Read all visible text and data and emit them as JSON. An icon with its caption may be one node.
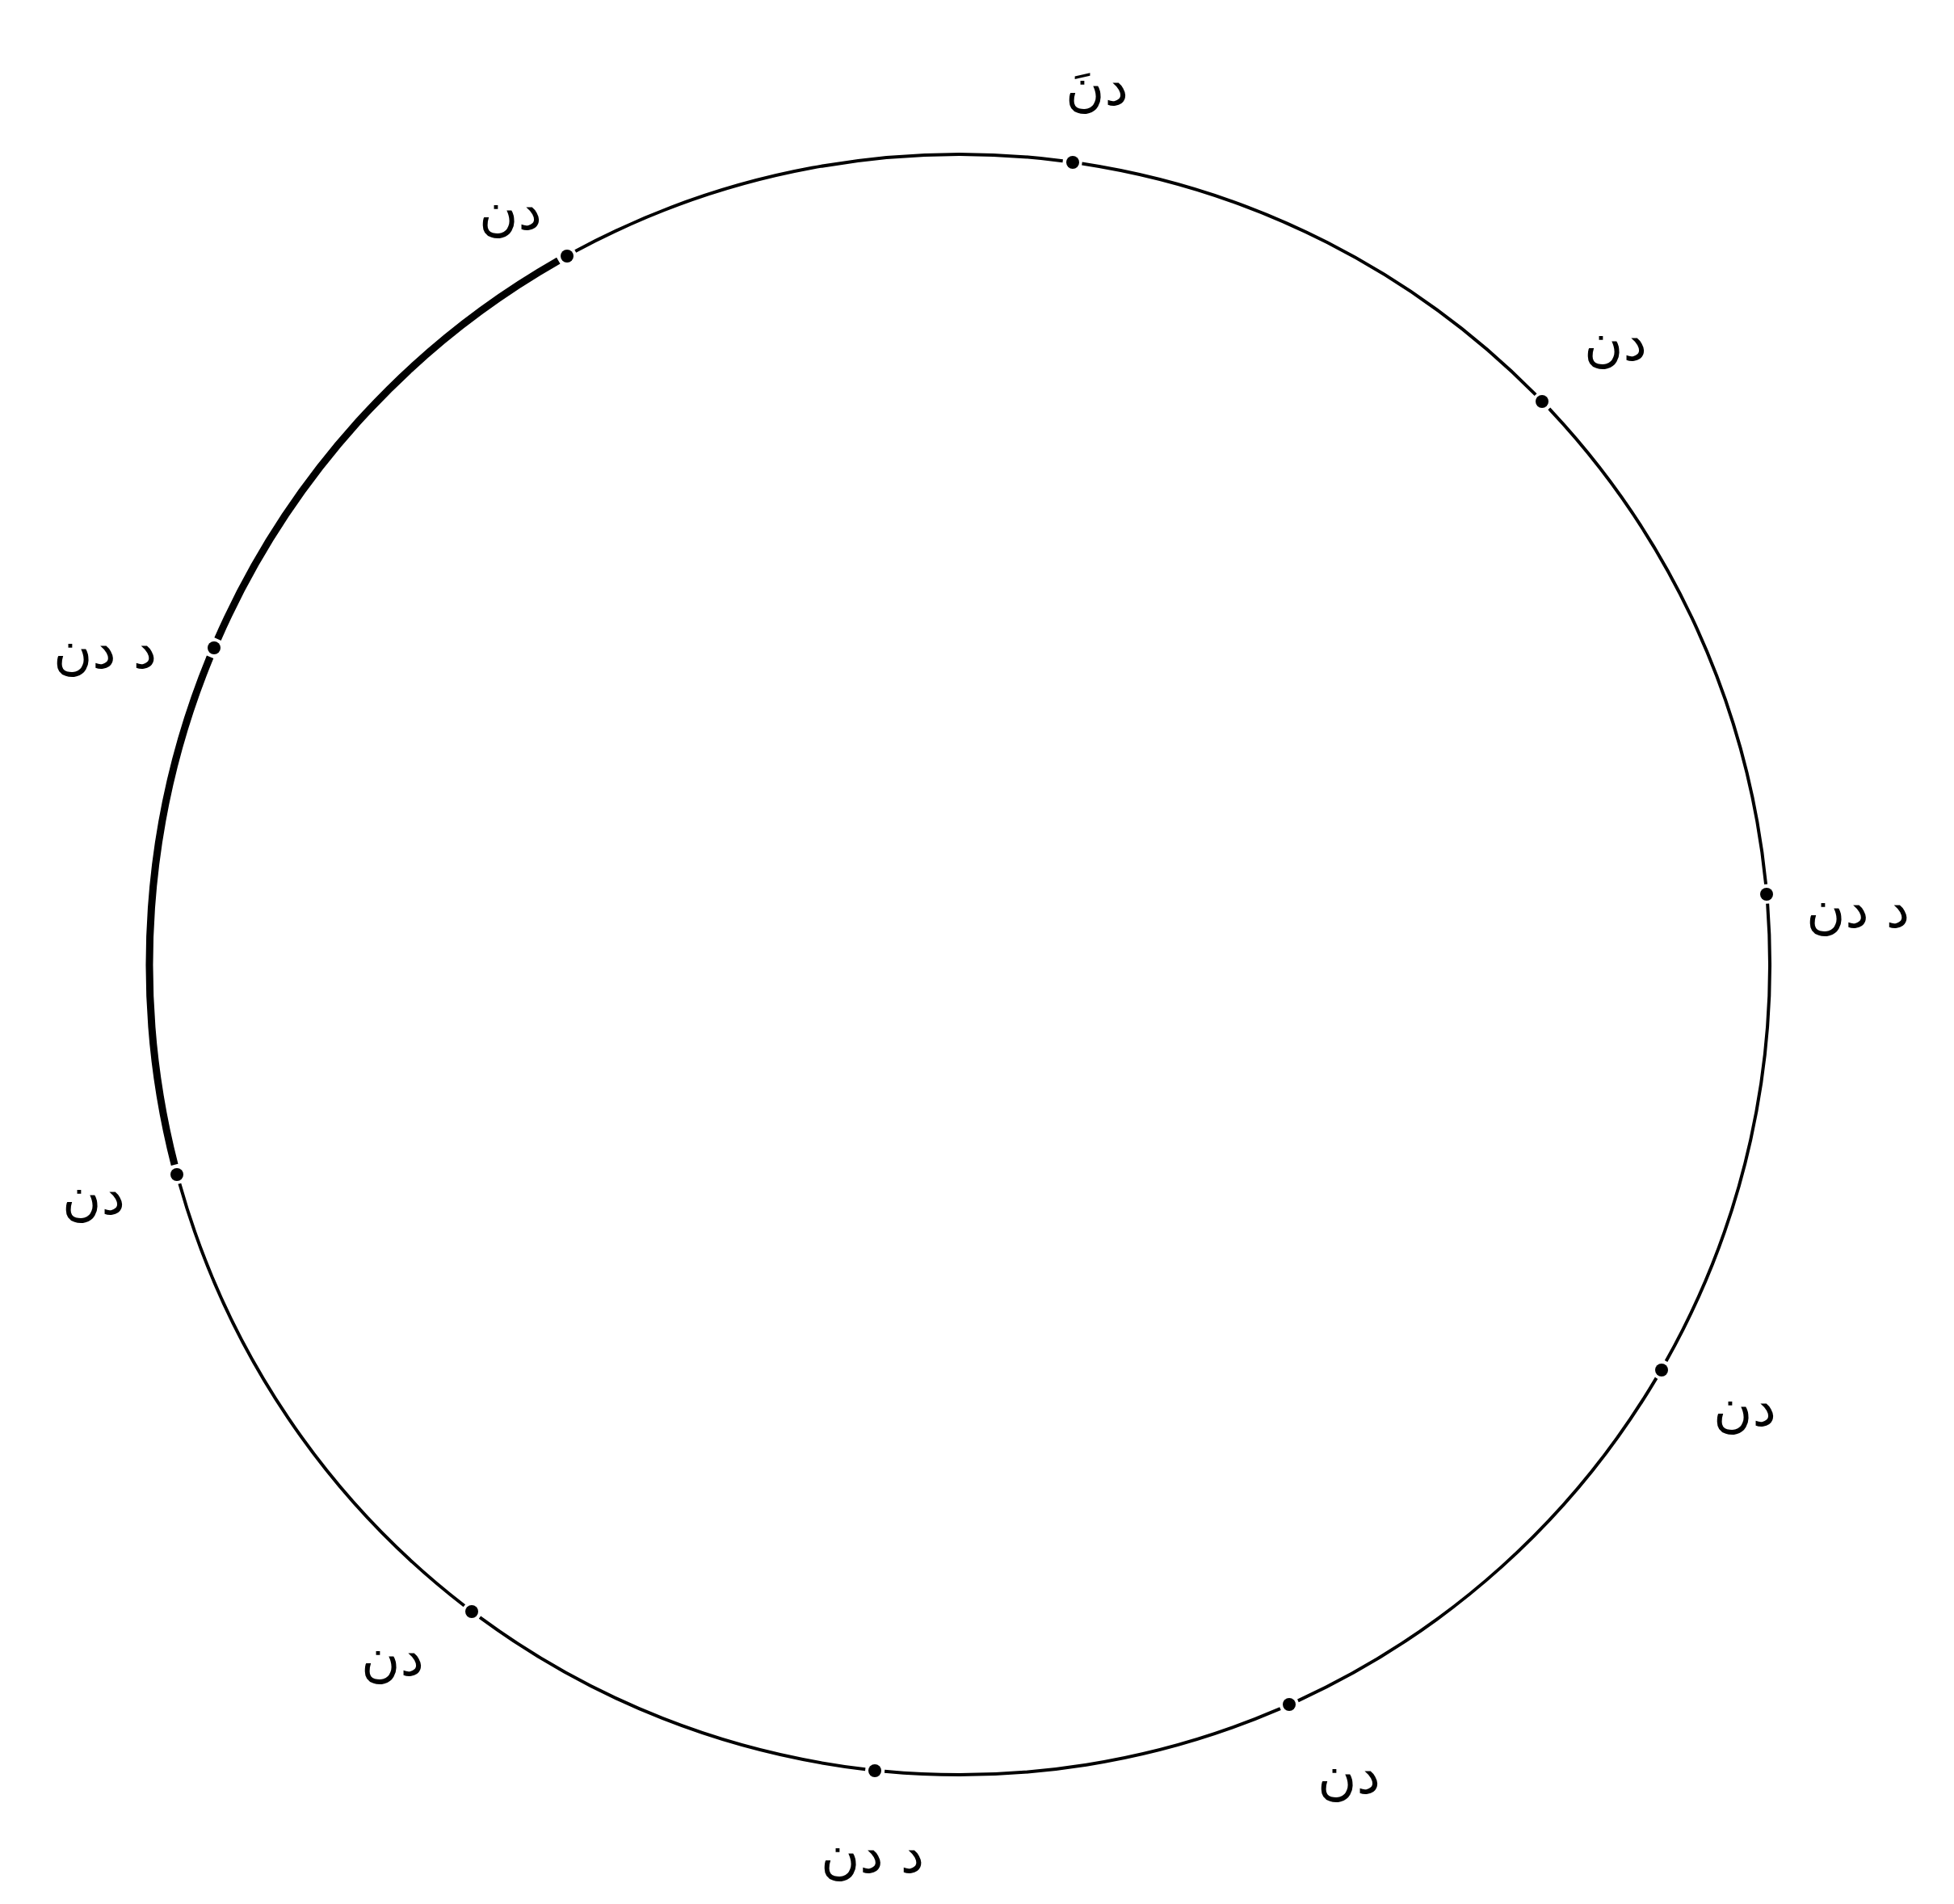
{
  "diagram": {
    "nodes": [
      {
        "text": [],
        "shape": "circle",
        "beside": [
          "دنَ"
        ]
      },
      {
        "text": [],
        "shape": "circle",
        "beside": [
          "دن"
        ]
      },
      {
        "text": [],
        "shape": "circle",
        "beside": [
          "د دن"
        ]
      },
      {
        "text": [],
        "shape": "circle",
        "beside": [
          "دن"
        ]
      },
      {
        "text": [],
        "shape": "circle",
        "beside": [
          "دن"
        ]
      },
      {
        "text": [],
        "shape": "circle",
        "beside": [
          "د دن"
        ]
      },
      {
        "text": [],
        "shape": "circle",
        "beside": [
          "دن"
        ]
      },
      {
        "text": [],
        "shape": "circle",
        "beside": [
          "دن"
        ]
      },
      {
        "text": [],
        "shape": "circle",
        "beside": [
          "د دن"
        ]
      },
      {
        "text": [],
        "shape": "circle",
        "beside": [
          "دن"
        ]
      }
    ],
    "edges": [
      {
        "from": 0,
        "to": 1,
        "arrow": "none"
      },
      {
        "from": 1,
        "to": 2,
        "arrow": "none"
      },
      {
        "from": 2,
        "to": 3,
        "arrow": "none"
      },
      {
        "from": 3,
        "to": 4,
        "arrow": "none"
      },
      {
        "from": 4,
        "to": 5,
        "arrow": "none"
      },
      {
        "from": 5,
        "to": 6,
        "arrow": "none"
      },
      {
        "from": 6,
        "to": 7,
        "arrow": "none"
      },
      {
        "from": 7,
        "to": 8,
        "arrow": "none",
        "style": "thick"
      },
      {
        "from": 8,
        "to": 9,
        "arrow": "none",
        "style": "thick"
      },
      {
        "from": 9,
        "to": 0,
        "arrow": "none"
      }
    ]
  }
}
